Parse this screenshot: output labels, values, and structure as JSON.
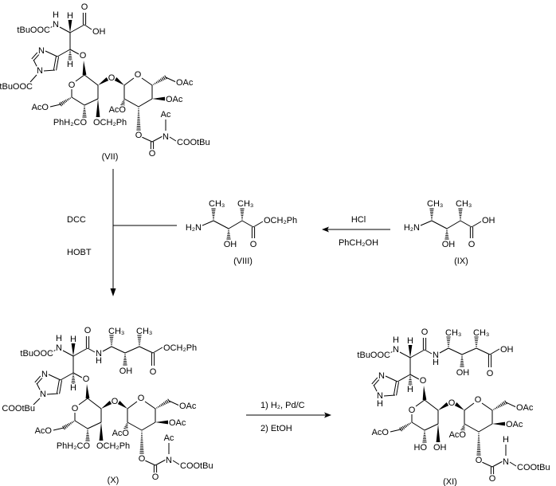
{
  "compounds": {
    "VII": {
      "id": "(VII)",
      "boc_nh": "tBuOOC",
      "nh_h": "H",
      "nh_n": "N",
      "alpha_h": "H",
      "carbonyl_o": "O",
      "acid_oh": "OH",
      "beta_h": "H",
      "ether_o": "O",
      "imid_n3": "N",
      "imid_n1": "N",
      "imid_sub": "tBuOOC",
      "ring1_o": "O",
      "link_o": "O",
      "ring2_o": "O",
      "c6_oac": "AcO",
      "c4_sub": "PhH₂CO",
      "c3_sub": "OCH₂Ph",
      "c2p_oac": "AcO",
      "c4p_oac": "OAc",
      "c6p_oac": "OAc",
      "carb_o": "O",
      "carb_co": "O",
      "carb_n": "N",
      "carb_n_sub": "Ac",
      "carb_boc": "COOtBu"
    },
    "X": {
      "id": "(X)",
      "boc_nh": "tBuOOC",
      "nh_h": "H",
      "nh_n": "N",
      "alpha_h": "H",
      "carbonyl_o": "O",
      "amide_n": "N",
      "amide_h": "H",
      "me1": "CH₃",
      "oh": "OH",
      "me2": "CH₃",
      "ester_o": "O",
      "terminal": "OCH₂Ph",
      "beta_h": "H",
      "ether_o": "O",
      "imid_n3": "N",
      "imid_n1": "N",
      "imid_sub": "COOtBu",
      "ring1_o": "O",
      "link_o": "O",
      "ring2_o": "O",
      "c6_oac": "AcO",
      "c4_sub": "PhH₂CO",
      "c3_sub": "OCH₂Ph",
      "c2p_oac": "AcO",
      "c4p_oac": "OAc",
      "c6p_oac": "OAc",
      "carb_o": "O",
      "carb_co": "O",
      "carb_n": "N",
      "carb_n_sub": "Ac",
      "carb_boc": "COOtBu"
    },
    "XI": {
      "id": "(XI)",
      "boc_nh": "tBuOOC",
      "nh_h": "H",
      "nh_n": "N",
      "alpha_h": "H",
      "carbonyl_o": "O",
      "amide_n": "N",
      "amide_h": "H",
      "me1": "CH₃",
      "oh": "OH",
      "me2": "CH₃",
      "ester_o": "O",
      "terminal": "OH",
      "beta_h": "H",
      "ether_o": "O",
      "imid_n3": "N",
      "imid_n1": "N",
      "imid_nh": "H",
      "ring1_o": "O",
      "link_o": "O",
      "ring2_o": "O",
      "c6_oac": "AcO",
      "c4_sub": "HO",
      "c3_sub": "OH",
      "c2p_oac": "AcO",
      "c4p_oac": "OAc",
      "c6p_oac": "OAc",
      "carb_o": "O",
      "carb_co": "O",
      "carb_n": "N",
      "carb_n_sub": "H",
      "carb_boc": "COOtBu"
    },
    "VIII": {
      "id": "(VIII)",
      "amine": "H₂N",
      "me1": "CH₃",
      "me2": "CH₃",
      "oh": "OH",
      "carbonyl_o": "O",
      "terminal": "OCH₂Ph"
    },
    "IX": {
      "id": "(IX)",
      "amine": "H₂N",
      "me1": "CH₃",
      "me2": "CH₃",
      "oh": "OH",
      "carbonyl_o": "O",
      "terminal": "OH"
    }
  },
  "reactions": {
    "coupling": {
      "reagent1": "DCC",
      "reagent2": "HOBT"
    },
    "esterification": {
      "reagent1": "HCl",
      "reagent2": "PhCH₂OH"
    },
    "deprotection": {
      "step1": "1) H₂, Pd/C",
      "step2": "2) EtOH"
    }
  }
}
